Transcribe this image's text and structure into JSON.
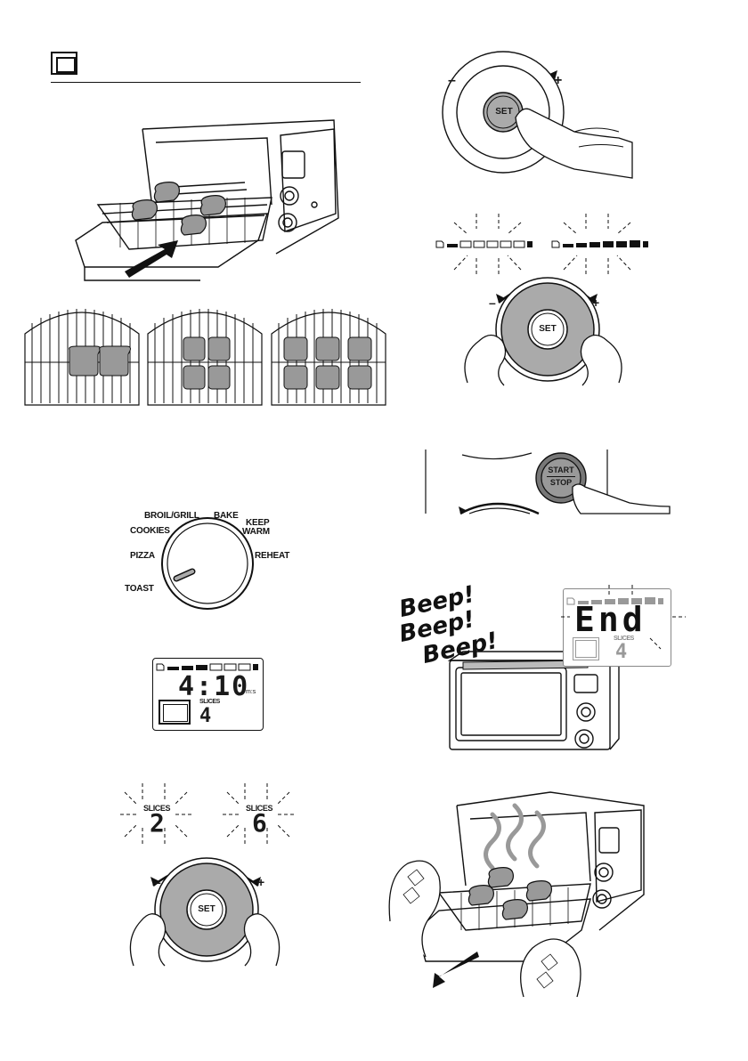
{
  "panel_toast": {
    "dial_labels": {
      "broil": "BROIL/GRILL",
      "bake": "BAKE",
      "keep": "KEEP",
      "warm": "WARM",
      "cookies": "COOKIES",
      "pizza": "PIZZA",
      "reheat": "REHEAT",
      "toast": "TOAST"
    },
    "lcd": {
      "time": "4:10",
      "unit": "m:s",
      "slices_label": "SLICES",
      "slices_value": "4"
    }
  },
  "panel_slices": {
    "slices_label": "SLICES",
    "option_a": "2",
    "option_b": "6"
  },
  "buttons": {
    "set": "SET",
    "start": "START",
    "stop": "STOP"
  },
  "dial_signs": {
    "minus": "–",
    "plus": "+"
  },
  "finish": {
    "beep1": "Beep!",
    "beep2": "Beep!",
    "beep3": "Beep!",
    "end": "End",
    "slices_label": "SLICES",
    "slices_value": "4"
  }
}
